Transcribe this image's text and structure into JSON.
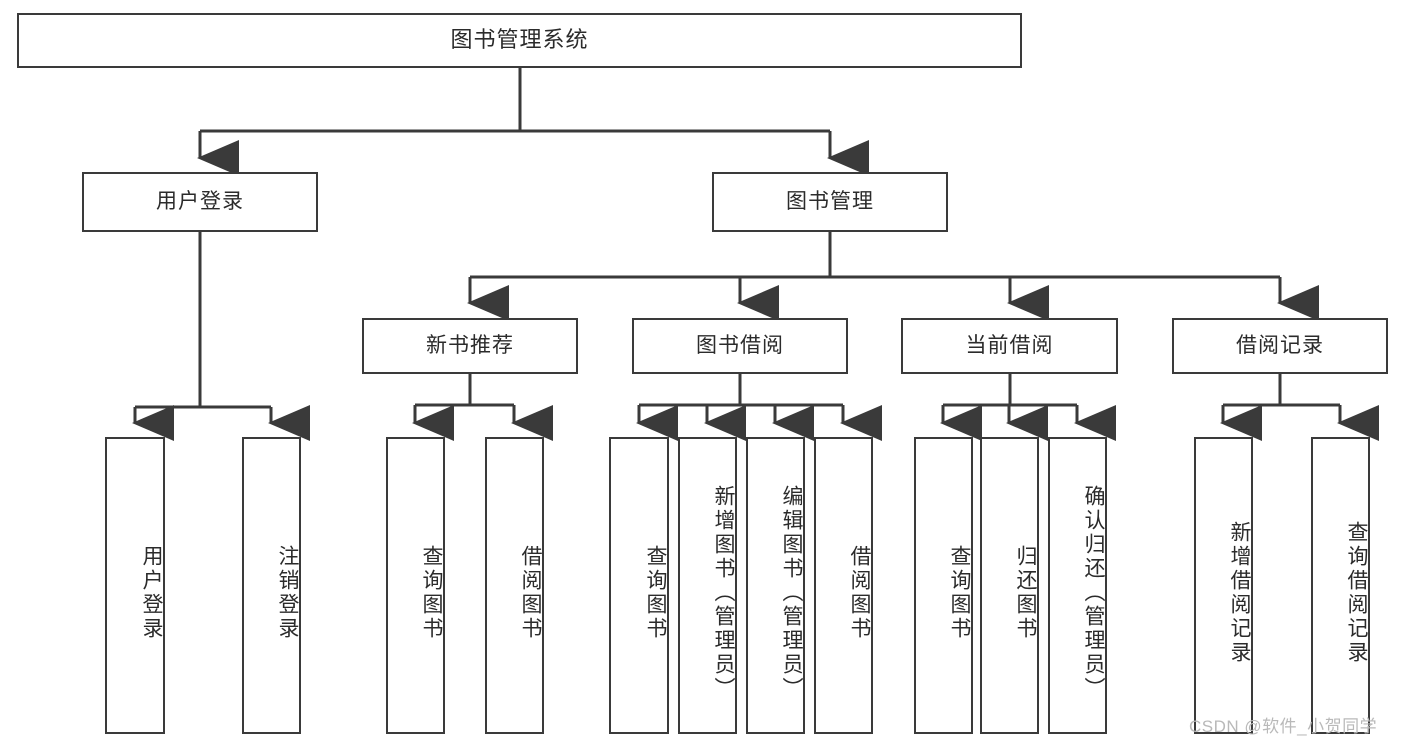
{
  "diagram": {
    "type": "tree-hierarchy",
    "title": "图书管理系统",
    "watermark": "CSDN @软件_小贺同学",
    "nodes": {
      "root": {
        "label": "图书管理系统"
      },
      "level2": [
        {
          "id": "user-login",
          "label": "用户登录"
        },
        {
          "id": "book-manage",
          "label": "图书管理"
        }
      ],
      "level3": [
        {
          "id": "new-book-recommend",
          "label": "新书推荐"
        },
        {
          "id": "book-borrow",
          "label": "图书借阅"
        },
        {
          "id": "current-borrow",
          "label": "当前借阅"
        },
        {
          "id": "borrow-record",
          "label": "借阅记录"
        }
      ],
      "leaves": [
        {
          "id": "leaf-user-login",
          "label": "用户登录",
          "parent": "user-login"
        },
        {
          "id": "leaf-logout-login",
          "label": "注销登录",
          "parent": "user-login"
        },
        {
          "id": "leaf-query-book-1",
          "label": "查询图书",
          "parent": "new-book-recommend"
        },
        {
          "id": "leaf-borrow-book-1",
          "label": "借阅图书",
          "parent": "new-book-recommend"
        },
        {
          "id": "leaf-query-book-2",
          "label": "查询图书",
          "parent": "book-borrow"
        },
        {
          "id": "leaf-add-book",
          "label": "新增图书（管理员）",
          "parent": "book-borrow"
        },
        {
          "id": "leaf-edit-book",
          "label": "编辑图书（管理员）",
          "parent": "book-borrow"
        },
        {
          "id": "leaf-borrow-book-2",
          "label": "借阅图书",
          "parent": "book-borrow"
        },
        {
          "id": "leaf-query-book-3",
          "label": "查询图书",
          "parent": "current-borrow"
        },
        {
          "id": "leaf-return-book",
          "label": "归还图书",
          "parent": "current-borrow"
        },
        {
          "id": "leaf-confirm-return",
          "label": "确认归还（管理员）",
          "parent": "current-borrow"
        },
        {
          "id": "leaf-add-record",
          "label": "新增借阅记录",
          "parent": "borrow-record"
        },
        {
          "id": "leaf-query-record",
          "label": "查询借阅记录",
          "parent": "borrow-record"
        }
      ]
    },
    "colors": {
      "stroke": "#3a3a3a",
      "fill": "#ffffff",
      "text": "#2b2b2b",
      "watermark": "#b9b9b9"
    }
  }
}
